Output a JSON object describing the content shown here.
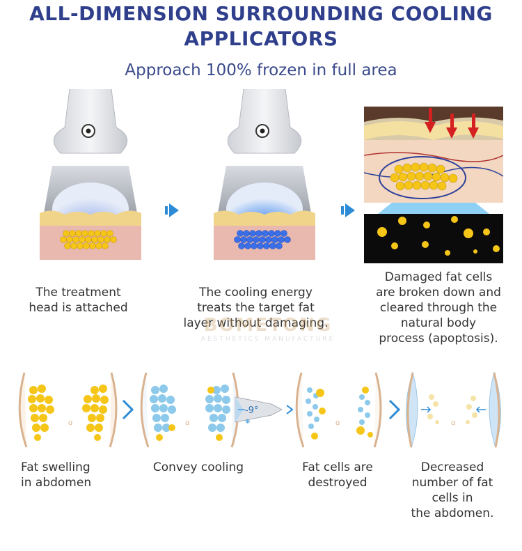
{
  "header": {
    "title_line1": "ALL-DIMENSION SURROUNDING COOLING",
    "title_line2": "APPLICATORS",
    "subtitle": "Approach 100% frozen in full area"
  },
  "steps": [
    {
      "caption_lines": [
        "The treatment",
        "head is attached"
      ]
    },
    {
      "caption_lines": [
        "The cooling energy",
        "treats the target fat",
        "layer without damaging."
      ]
    },
    {
      "caption_lines": [
        "Damaged fat cells",
        "are broken down and",
        "cleared through the",
        "natural body",
        "process (apoptosis)."
      ]
    }
  ],
  "watermark": {
    "brand": "BOMETONG",
    "tagline": "AESTHETICS MANUFACTURE"
  },
  "process": {
    "temperature_label": "-9°",
    "captions": [
      {
        "lines": [
          "Fat swelling",
          "in abdomen"
        ]
      },
      {
        "lines": [
          "Convey cooling"
        ]
      },
      {
        "lines": [
          "Fat cells are",
          "destroyed"
        ]
      },
      {
        "lines": [
          "Decreased",
          "number of fat",
          "cells in",
          "the abdomen."
        ]
      }
    ]
  },
  "colors": {
    "title": "#2f3f8c",
    "fat_yellow": "#f5c518",
    "cool_blue": "#7cc3ea",
    "arrow_blue": "#2b8bd6",
    "skin": "#d9b28f"
  }
}
